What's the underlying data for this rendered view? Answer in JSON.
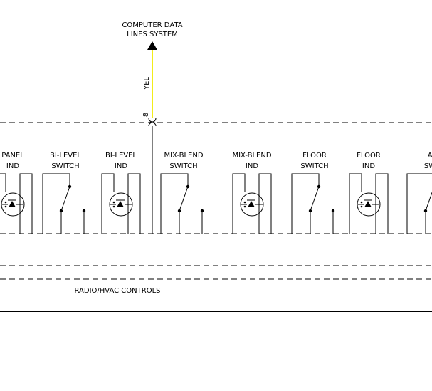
{
  "title_line1": "COMPUTER DATA",
  "title_line2": "LINES SYSTEM",
  "wire_color_label": "YEL",
  "wire_color": "#f2ec1a",
  "pin_label": "8",
  "footer_label": "RADIO/HVAC CONTROLS",
  "components": [
    {
      "line1": "PANEL",
      "line2": "IND",
      "type": "indicator"
    },
    {
      "line1": "BI-LEVEL",
      "line2": "SWITCH",
      "type": "switch"
    },
    {
      "line1": "BI-LEVEL",
      "line2": "IND",
      "type": "indicator"
    },
    {
      "line1": "MIX-BLEND",
      "line2": "SWITCH",
      "type": "switch"
    },
    {
      "line1": "MIX-BLEND",
      "line2": "IND",
      "type": "indicator"
    },
    {
      "line1": "FLOOR",
      "line2": "SWITCH",
      "type": "switch"
    },
    {
      "line1": "FLOOR",
      "line2": "IND",
      "type": "indicator"
    },
    {
      "line1": "A",
      "line2": "SW",
      "type": "switch"
    }
  ]
}
